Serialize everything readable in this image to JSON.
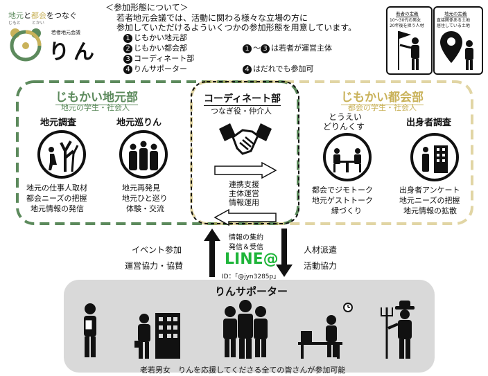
{
  "logo": {
    "tagline_part1": "地元",
    "tagline_ruby1": "じもと",
    "tagline_part2": "と",
    "tagline_part3": "都会",
    "tagline_ruby3": "とかい",
    "tagline_part4": "をつなぐ",
    "org": "若者地元会議",
    "name": "りん"
  },
  "intro": {
    "heading": "＜参加形態について＞",
    "line1": "若者地元会議では、活動に関わる様々な立場の方に",
    "line2": "参加していただけるよういくつかの参加形態を用意しています。",
    "items": [
      {
        "num": "1",
        "label": "じもかい地元部"
      },
      {
        "num": "2",
        "label": "じもかい都会部"
      },
      {
        "num": "3",
        "label": "コーディネート部"
      },
      {
        "num": "4",
        "label": "りんサポーター"
      }
    ],
    "note1_a": "1",
    "note1_b": "3",
    "note1_text": "は若者が運営主体",
    "note2_num": "4",
    "note2_text": "はだれでも参加可"
  },
  "definitions": {
    "youth_title": "若者の定義",
    "youth_body1": "10～30代の男女",
    "youth_body2": "20年後を担う人材",
    "local_title": "地元の定義",
    "local_body1": "直接関係ある土地",
    "local_body2": "居住している土地"
  },
  "local_dept": {
    "title": "じもかい地元部",
    "subtitle": "地元の学生・社会人",
    "col1_title": "地元調査",
    "col1_lines": [
      "地元の仕事人取材",
      "都会ニーズの把握",
      "地元情報の発信"
    ],
    "col2_title": "地元巡りん",
    "col2_lines": [
      "地元再発見",
      "地元ひと巡り",
      "体験・交流"
    ]
  },
  "coord_dept": {
    "title": "コーディネート部",
    "subtitle": "つなぎ役・仲介人",
    "lines": [
      "連携支援",
      "主体運営",
      "情報運用"
    ]
  },
  "city_dept": {
    "title": "じもかい都会部",
    "subtitle": "都会の学生・社会人",
    "col1_title1": "とうえい",
    "col1_title2": "どりんくす",
    "col1_lines": [
      "都会でジモトーク",
      "地元ゲストトーク",
      "縁づくり"
    ],
    "col2_title": "出身者調査",
    "col2_lines": [
      "出身者アンケート",
      "地元ニーズの把握",
      "地元情報の拡散"
    ]
  },
  "middle": {
    "left1": "イベント参加",
    "left2": "運営協力・協賛",
    "center1": "情報の集約",
    "center2": "発信＆受信",
    "line_logo": "LINE@",
    "line_id": "ID：「@jyn3285p」",
    "right1": "人材派遣",
    "right2": "活動協力"
  },
  "supporter": {
    "title": "りんサポーター",
    "footer": "老若男女　りんを応援してくださる全ての皆さんが参加可能"
  },
  "colors": {
    "green": "#5c8a5c",
    "gold": "#c9b25a",
    "gray_bg": "#d9d9d9",
    "line_green": "#1fb53a"
  }
}
